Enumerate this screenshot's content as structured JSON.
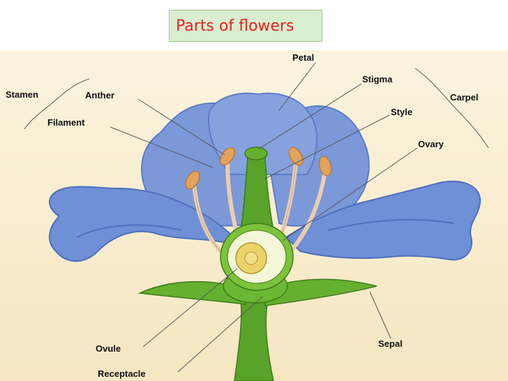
{
  "title": "Parts of flowers",
  "labels": {
    "petal": "Petal",
    "stigma": "Stigma",
    "style": "Style",
    "ovary": "Ovary",
    "carpel": "Carpel",
    "stamen": "Stamen",
    "anther": "Anther",
    "filament": "Filament",
    "ovule": "Ovule",
    "receptacle": "Receptacle",
    "sepal": "Sepal"
  },
  "colors": {
    "petal": "#6f8fd6",
    "petal_shadow": "#4e6fbd",
    "stem": "#5aa32a",
    "anther": "#e3a35c",
    "filament": "#e9cfb0",
    "ovary": "#d9e96a",
    "title_text": "#e8231c",
    "title_box": "#d9edcf"
  }
}
